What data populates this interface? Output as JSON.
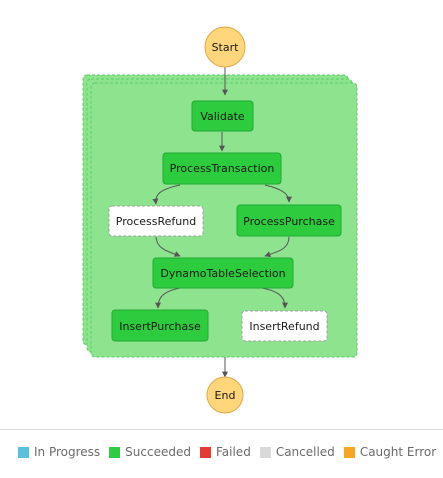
{
  "graph": {
    "start": "Start",
    "end": "End",
    "states": {
      "validate": "Validate",
      "process_transaction": "ProcessTransaction",
      "process_refund": "ProcessRefund",
      "process_purchase": "ProcessPurchase",
      "dynamo_table_selection": "DynamoTableSelection",
      "insert_purchase": "InsertPurchase",
      "insert_refund": "InsertRefund"
    }
  },
  "legend": [
    {
      "label": "In Progress",
      "color": "#5bc0de"
    },
    {
      "label": "Succeeded",
      "color": "#2ecc40"
    },
    {
      "label": "Failed",
      "color": "#e53935"
    },
    {
      "label": "Cancelled",
      "color": "#d9d9d9"
    },
    {
      "label": "Caught Error",
      "color": "#f5a623"
    }
  ],
  "colors": {
    "succeeded_fill": "#2dcc3f",
    "succeeded_stroke": "#23a832",
    "map_fill": "#8ee38f",
    "map_stroke": "#5ccd63",
    "terminal_fill": "#ffd67a",
    "terminal_stroke": "#e0a84a",
    "edge": "#555555"
  }
}
